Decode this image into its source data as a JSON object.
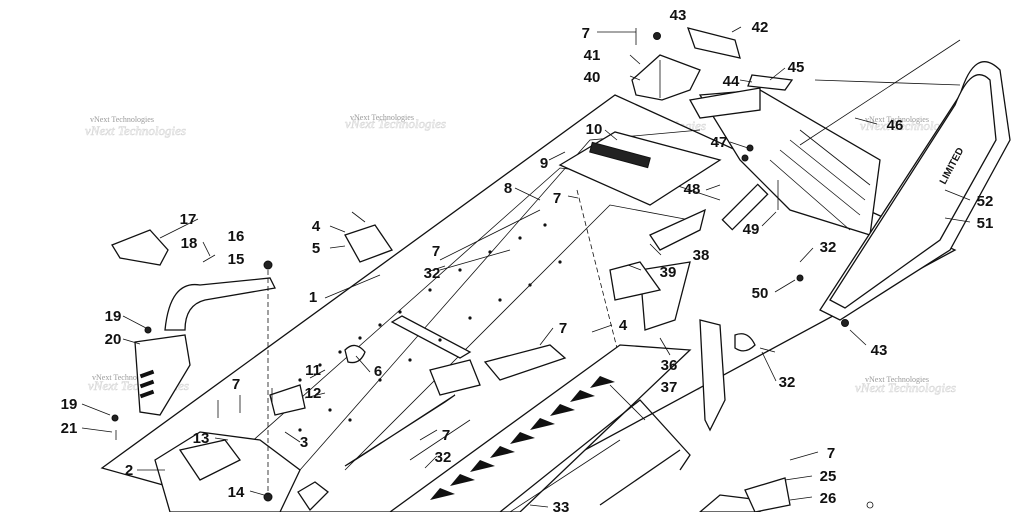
{
  "callouts": [
    "1",
    "2",
    "3",
    "4",
    "5",
    "6",
    "7",
    "8",
    "9",
    "10",
    "11",
    "12",
    "13",
    "14",
    "15",
    "16",
    "17",
    "18",
    "19",
    "20",
    "21",
    "25",
    "26",
    "32",
    "33",
    "36",
    "37",
    "38",
    "39",
    "40",
    "41",
    "42",
    "43",
    "44",
    "45",
    "46",
    "47",
    "48",
    "49",
    "50",
    "51",
    "52"
  ],
  "watermark": "vNext Technologies",
  "decal_text": "LIMITED",
  "colors": {
    "ink": "#111111",
    "paper": "#ffffff",
    "watermark": "#9a9a9a"
  }
}
